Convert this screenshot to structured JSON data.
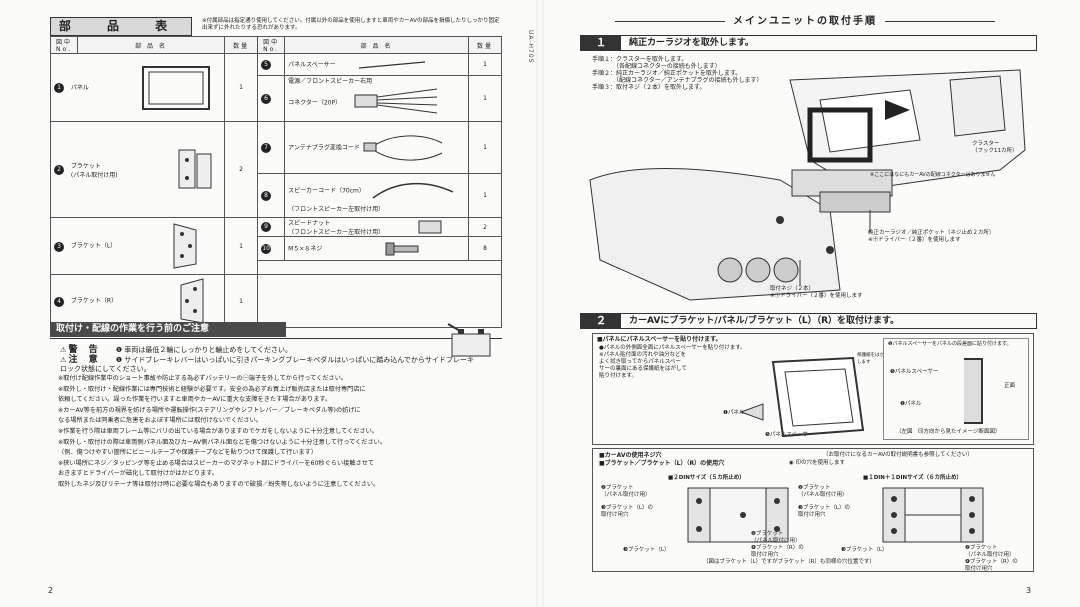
{
  "left": {
    "parts_title": "部 品 表",
    "parts_note": "※付属部品は指定通り使用してください。付属以外の部品を使用しますと車両やカーAVの部品を損傷したりしっかり固定出来ずに外れたりする恐れがあります。",
    "table_headers": {
      "num": "図中No.",
      "name": "部 品 名",
      "qty": "数量"
    },
    "parts_left": [
      {
        "num": "1",
        "name": "パネル",
        "qty": "1"
      },
      {
        "num": "2",
        "name": "ブラケット\n(パネル取付け用)",
        "qty": "2"
      },
      {
        "num": "3",
        "name": "ブラケット（L）",
        "qty": "1"
      },
      {
        "num": "4",
        "name": "ブラケット（R）",
        "qty": "1"
      }
    ],
    "parts_right": [
      {
        "num": "5",
        "name": "パネルスペーサー",
        "qty": "1"
      },
      {
        "num": "6",
        "name": "電源／フロントスピーカー右用\nコネクター（20P）",
        "qty": "1"
      },
      {
        "num": "7",
        "name": "アンテナプラグ変換コード",
        "qty": "1"
      },
      {
        "num": "8",
        "name": "スピーカーコード（70cm）",
        "qty": "1",
        "sub": "（フロントスピーカー左取付け用）"
      },
      {
        "num": "9",
        "name": "スピードナット\n（フロントスピーカー左取付け用）",
        "qty": "2"
      },
      {
        "num": "10",
        "name": "M５×８ネジ",
        "qty": "8"
      }
    ],
    "caution_title": "取付け・配線の作業を行う前のご注意",
    "warn_label": "警 告",
    "warn_text": "車両は最低２輪にしっかりと輪止めをしてください。",
    "caution_label": "注 意",
    "caution_text": "サイドブレーキレバーはいっぱいに引きパーキングブレーキペダルはいっぱいに踏み込んでからサイドブレーキロック状態にしてください。",
    "notes": [
      "※取付け配線作業中のショート事故や防止する為必ずバッテリーの㊀端子を外してから行ってください。",
      "※取外し・取付け・配線作業には専門技術と経験が必要です。安全の為必ずお買上げ販売店または取付専門店に",
      "依頼してください。誤った作業を行いますと車両やカーAVに重大な支障をきたす場合があります。",
      "※カーAV等を前方の視界を妨げる場所や運転操作(ステアリングやシフトレバー／ブレーキペダル等)の妨げに",
      "なる場所または同乗者に危害をおよぼす場所には取付けないでください。",
      "※作業を行う際は車両フレーム等にバリの出ている場合がありますのでケガをしないように十分注意してください。",
      "※取外し・取付けの際は車両側パネル面及びカーAV側パネル面などを傷つけないように十分注意して行ってください。",
      "（例．傷つけやすい箇所にビニールテープや保護テープなどを貼りつけて保護して行います）",
      "※狭い場所にネジ／タッピング等を止める場合はスピーカーのマグネット部にドライバーを60秒ぐらい接触させて",
      "おきますとドライバーが磁化して取付けがはかどります。",
      "取外したネジ及びリテーナ等は取付け時に必要な場合もありますので破損／紛失等しないように注意してください。"
    ],
    "page_number": "2",
    "spine": "UA-H70S"
  },
  "right": {
    "title": "メインユニットの取付手順",
    "step1_num": "１",
    "step1_title": "純正カーラジオを取外します。",
    "step1_lines": [
      "手順１：クラスターを取外します。",
      "　　　　（各配線コネクターの接続も外します）",
      "手順２：純正カーラジオ／純正ポケットを取外します。",
      "　　　　（配線コネクター／アンテナプラグの接続も外します）",
      "手順３：取付ネジ（２本）を取外します。"
    ],
    "callout_cluster": "クラスター\n（フック11カ所）",
    "callout_radio": "純正カーラジオ／純正ポケット（ネジ止め２カ所）\n※㊉ドライバー（２番）を使用します",
    "callout_screw": "取付ネジ（２本）\n※㊉ドライバー（２番）を使用します",
    "callout_connector": "※ここにはなにもカーAVの配線コネクターはありません",
    "step2_num": "２",
    "step2_title": "カーAVにブラケット/パネル/ブラケット（L）（R）を取付けます。",
    "spacer_head": "■パネルにパネルスペーサーを貼り付けます。",
    "spacer_lines": [
      "●パネルの外側面全面にパネルスペーサーを貼り付けます。",
      "※パネル貼付面の汚れや油分などを",
      "よく拭き取ってからパネルスペー",
      "サーの裏面にある保護紙をはがして",
      "貼り付けます。"
    ],
    "label_panel": "❶パネル",
    "label_spacer": "❺パネルスペーサー",
    "label_spacer_note": "❺パネルスペーサーをパネルの段差面に貼り付けます。",
    "label_front": "正面",
    "label_side_view": "（左図　印方向から見たイメージ断面図）",
    "label_spacer_tag": "保護紙をはがします",
    "holes_head": "■カーAVの使用ネジ穴",
    "holes_head2": "■ブラケット／ブラケット（L）（R）の使用穴",
    "holes_note": "（お取付けになるカーAVの取付説明書も参照してください）",
    "holes_mark": "◉ 印の穴を使用します",
    "din2_title": "■２DINサイズ（５カ所止め）",
    "din1_title": "■１DIN＋１DINサイズ（６カ所止め）",
    "label_bracket_panel": "❷ブラケット\n（パネル取付け用）",
    "label_bracket_l_hole": "❸ブラケット（L）の\n取付け用穴",
    "label_bracket_r_hole": "❷ブラケット\n（パネル取付け用）\n❹ブラケット（R）の\n取付け用穴",
    "label_bracket_l": "❸ブラケット（L）",
    "diagram_note": "（図はブラケット（L）ですがブラケット（R）も同様の穴位置です）",
    "page_number": "3"
  }
}
